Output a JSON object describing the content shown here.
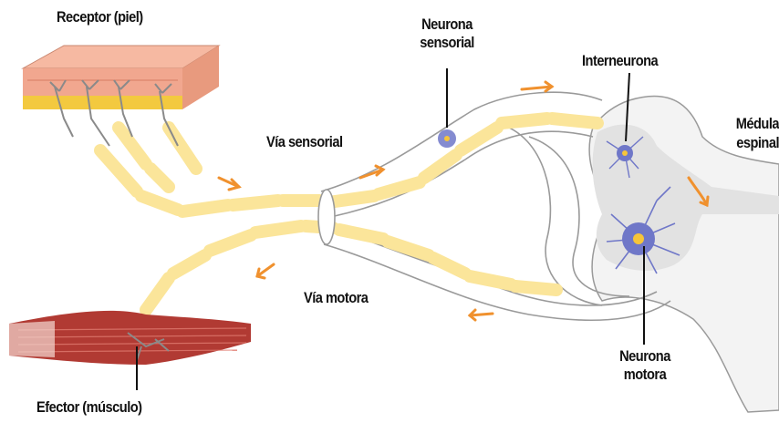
{
  "labels": {
    "receptor": "Receptor (piel)",
    "neurona_sensorial_1": "Neurona",
    "neurona_sensorial_2": "sensorial",
    "interneurona": "Interneurona",
    "medula_1": "Médula",
    "medula_2": "espinal",
    "via_sensorial": "Vía sensorial",
    "via_motora": "Vía motora",
    "neurona_motora_1": "Neurona",
    "neurona_motora_2": "motora",
    "efector": "Efector (músculo)"
  },
  "colors": {
    "myelin": "#fbe59a",
    "axon_outline": "#9a9a9a",
    "arrow": "#f0912e",
    "neuron_body": "#6f77c8",
    "nucleus": "#f6c53a",
    "skin_top": "#f1a78f",
    "skin_fat": "#f3c93f",
    "muscle": "#a9302d",
    "spinal_cord": "#e6e6e6"
  }
}
